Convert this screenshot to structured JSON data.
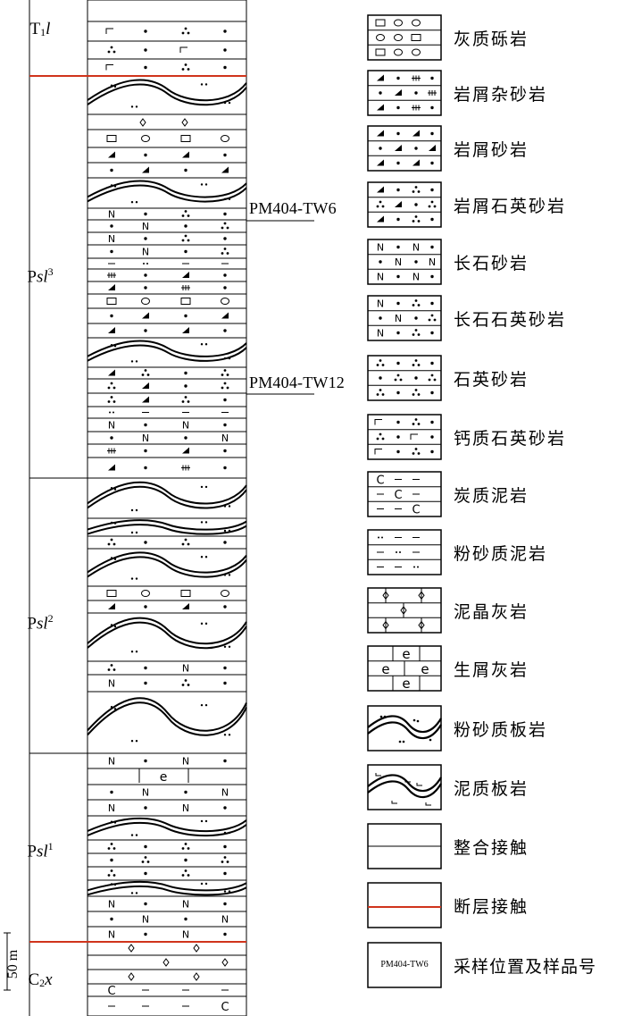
{
  "units": [
    {
      "id": "t1l",
      "main": "T",
      "sub": "1",
      "ital": "l",
      "sup": ""
    },
    {
      "id": "psl3",
      "main": "P",
      "sub": "",
      "ital": "sl",
      "sup": "3"
    },
    {
      "id": "psl2",
      "main": "P",
      "sub": "",
      "ital": "sl",
      "sup": "2"
    },
    {
      "id": "psl1",
      "main": "P",
      "sub": "",
      "ital": "sl",
      "sup": "1"
    },
    {
      "id": "c2x",
      "main": "C",
      "sub": "2",
      "ital": "x",
      "sup": ""
    }
  ],
  "samples": [
    {
      "id": "tw6",
      "label": "PM404-TW6",
      "underlined": "PM404"
    },
    {
      "id": "tw12",
      "label": "PM404-TW12",
      "underlined": "PM404"
    }
  ],
  "legend": [
    {
      "pattern": "conglomerate",
      "label": "灰质砾岩"
    },
    {
      "pattern": "lithic-greywacke",
      "label": "岩屑杂砂岩"
    },
    {
      "pattern": "lithic-sandstone",
      "label": "岩屑砂岩"
    },
    {
      "pattern": "lithic-quartz-sandstone",
      "label": "岩屑石英砂岩"
    },
    {
      "pattern": "feldspar-sandstone",
      "label": "长石砂岩"
    },
    {
      "pattern": "feldspar-quartz-sandstone",
      "label": "长石石英砂岩"
    },
    {
      "pattern": "quartz-sandstone",
      "label": "石英砂岩"
    },
    {
      "pattern": "calcareous-quartz-sandstone",
      "label": "钙质石英砂岩"
    },
    {
      "pattern": "carbonaceous-mudstone",
      "label": "炭质泥岩"
    },
    {
      "pattern": "silty-mudstone",
      "label": "粉砂质泥岩"
    },
    {
      "pattern": "micritic-limestone",
      "label": "泥晶灰岩"
    },
    {
      "pattern": "bioclastic-limestone",
      "label": "生屑灰岩"
    },
    {
      "pattern": "silty-slate",
      "label": "粉砂质板岩"
    },
    {
      "pattern": "argillaceous-slate",
      "label": "泥质板岩"
    },
    {
      "pattern": "conformable-contact",
      "label": "整合接触"
    },
    {
      "pattern": "fault-contact",
      "label": "断层接触"
    },
    {
      "pattern": "sample-marker",
      "label": "采样位置及样品号",
      "box_text": "PM404-TW6"
    }
  ],
  "scale": {
    "label": "50 m"
  },
  "colors": {
    "fault": "#d0341c",
    "ink": "#000000"
  }
}
